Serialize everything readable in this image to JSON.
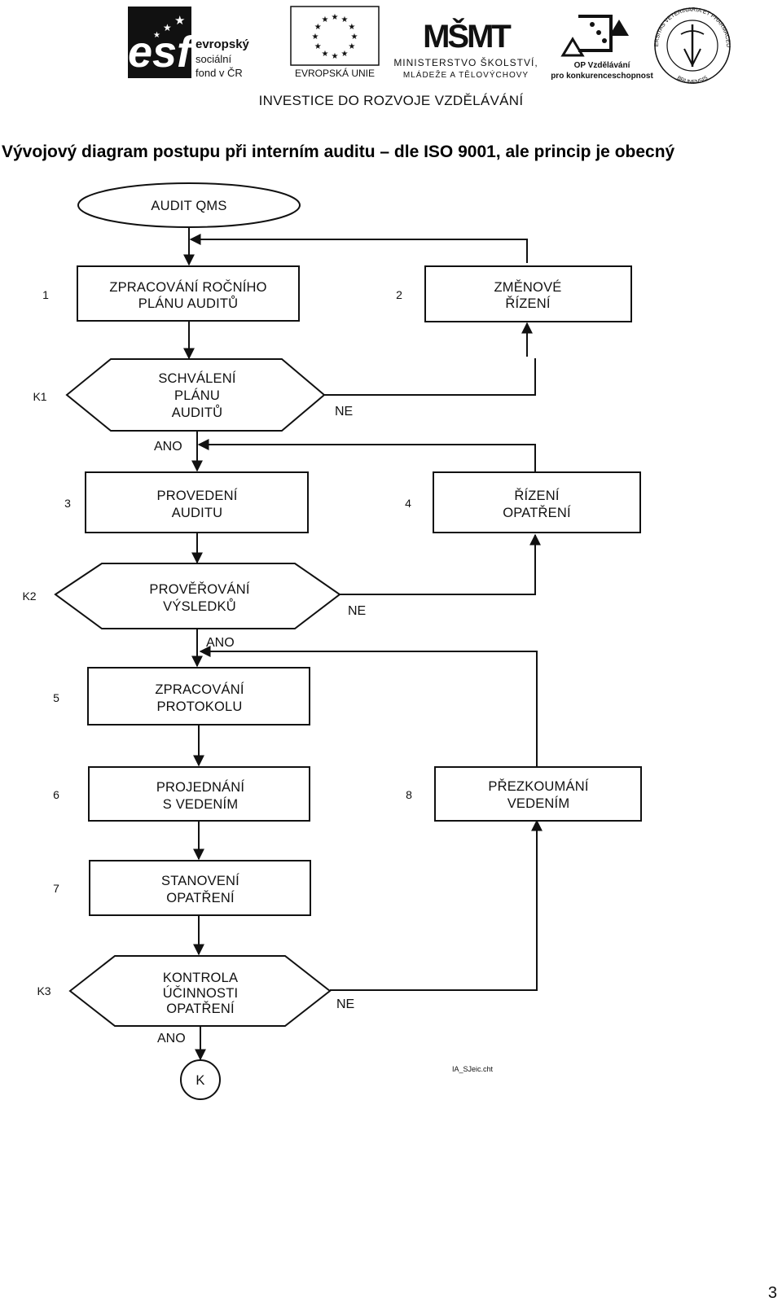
{
  "header": {
    "logos": {
      "esf": {
        "line1": "evropský",
        "line2": "sociální",
        "line3": "fond v ČR"
      },
      "eu": {
        "label": "EVROPSKÁ UNIE"
      },
      "msmt": {
        "mark": "MŠMT",
        "line1": "MINISTERSTVO ŠKOLSTVÍ,",
        "line2": "MLÁDEŽE A TĚLOVÝCHOVY"
      },
      "op": {
        "line1": "OP Vzdělávání",
        "line2": "pro konkurenceschopnost"
      },
      "vfu": {
        "ring_top": "UNIVERSITAS VETERINARIA ET PHARMACEUTICA",
        "ring_bottom": "BRUNENSIS"
      }
    },
    "tagline": "INVESTICE DO ROZVOJE VZDĚLÁVÁNÍ"
  },
  "title": "Vývojový diagram postupu při interním auditu – dle ISO 9001, ale princip je obecný",
  "diagram": {
    "start": "AUDIT QMS",
    "end": "K",
    "nodes": {
      "n1": {
        "num": "1",
        "lines": [
          "ZPRACOVÁNÍ ROČNÍHO",
          "PLÁNU AUDITŮ"
        ]
      },
      "n2": {
        "num": "2",
        "lines": [
          "ZMĚNOVÉ",
          "ŘÍZENÍ"
        ]
      },
      "k1": {
        "num": "K1",
        "lines": [
          "SCHVÁLENÍ",
          "PLÁNU",
          "AUDITŮ"
        ]
      },
      "n3": {
        "num": "3",
        "lines": [
          "PROVEDENÍ",
          "AUDITU"
        ]
      },
      "n4": {
        "num": "4",
        "lines": [
          "ŘÍZENÍ",
          "OPATŘENÍ"
        ]
      },
      "k2": {
        "num": "K2",
        "lines": [
          "PROVĚŘOVÁNÍ",
          "VÝSLEDKŮ"
        ]
      },
      "n5": {
        "num": "5",
        "lines": [
          "ZPRACOVÁNÍ",
          "PROTOKOLU"
        ]
      },
      "n6": {
        "num": "6",
        "lines": [
          "PROJEDNÁNÍ",
          "S VEDENÍM"
        ]
      },
      "n8": {
        "num": "8",
        "lines": [
          "PŘEZKOUMÁNÍ",
          "VEDENÍM"
        ]
      },
      "n7": {
        "num": "7",
        "lines": [
          "STANOVENÍ",
          "OPATŘENÍ"
        ]
      },
      "k3": {
        "num": "K3",
        "lines": [
          "KONTROLA",
          "ÚČINNOSTI",
          "OPATŘENÍ"
        ]
      }
    },
    "edge_labels": {
      "yes": "ANO",
      "no": "NE"
    },
    "file_tag": "IA_SJeic.cht"
  },
  "page_number": "3",
  "colors": {
    "eu_blue": "#1f3f8f",
    "eu_stars": "#f2d21b",
    "ink": "#111111"
  }
}
